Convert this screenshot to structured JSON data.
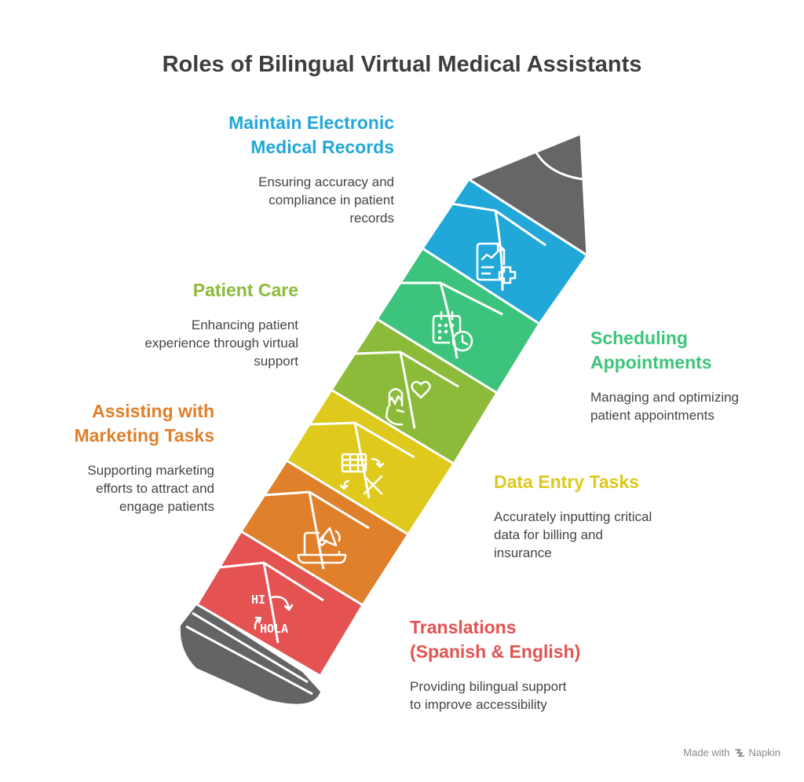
{
  "title": "Roles of Bilingual Virtual Medical Assistants",
  "colors": {
    "records": "#22a7d9",
    "scheduling": "#3cc47c",
    "patient_care": "#8cbb3a",
    "data_entry": "#dec91c",
    "marketing": "#e0802a",
    "translations": "#e45252",
    "tip": "#666666"
  },
  "items": [
    {
      "heading": "Maintain Electronic Medical Records",
      "head_lines": [
        "Maintain Electronic",
        "Medical Records"
      ],
      "desc_lines": [
        "Ensuring accuracy and",
        "compliance in patient",
        "records"
      ],
      "icon": "medical-record-icon"
    },
    {
      "heading": "Scheduling Appointments",
      "head_lines": [
        "Scheduling",
        "Appointments"
      ],
      "desc_lines": [
        "Managing and optimizing",
        "patient appointments"
      ],
      "icon": "calendar-clock-icon"
    },
    {
      "heading": "Patient Care",
      "head_lines": [
        "Patient Care"
      ],
      "desc_lines": [
        "Enhancing patient",
        "experience through virtual",
        "support"
      ],
      "icon": "patient-care-icon"
    },
    {
      "heading": "Data Entry Tasks",
      "head_lines": [
        "Data Entry Tasks"
      ],
      "desc_lines": [
        "Accurately inputting critical",
        "data for billing and",
        "insurance"
      ],
      "icon": "spreadsheet-icon"
    },
    {
      "heading": "Assisting with Marketing Tasks",
      "head_lines": [
        "Assisting with",
        "Marketing Tasks"
      ],
      "desc_lines": [
        "Supporting marketing",
        "efforts to attract and",
        "engage patients"
      ],
      "icon": "megaphone-laptop-icon"
    },
    {
      "heading": "Translations (Spanish & English)",
      "head_lines": [
        "Translations",
        "(Spanish & English)"
      ],
      "desc_lines": [
        "Providing bilingual support",
        "to improve accessibility"
      ],
      "icon": "translation-icon"
    }
  ],
  "icon_text": {
    "hi": "HI",
    "hola": "HOLA"
  },
  "credit": {
    "prefix": "Made with",
    "brand": "Napkin"
  }
}
